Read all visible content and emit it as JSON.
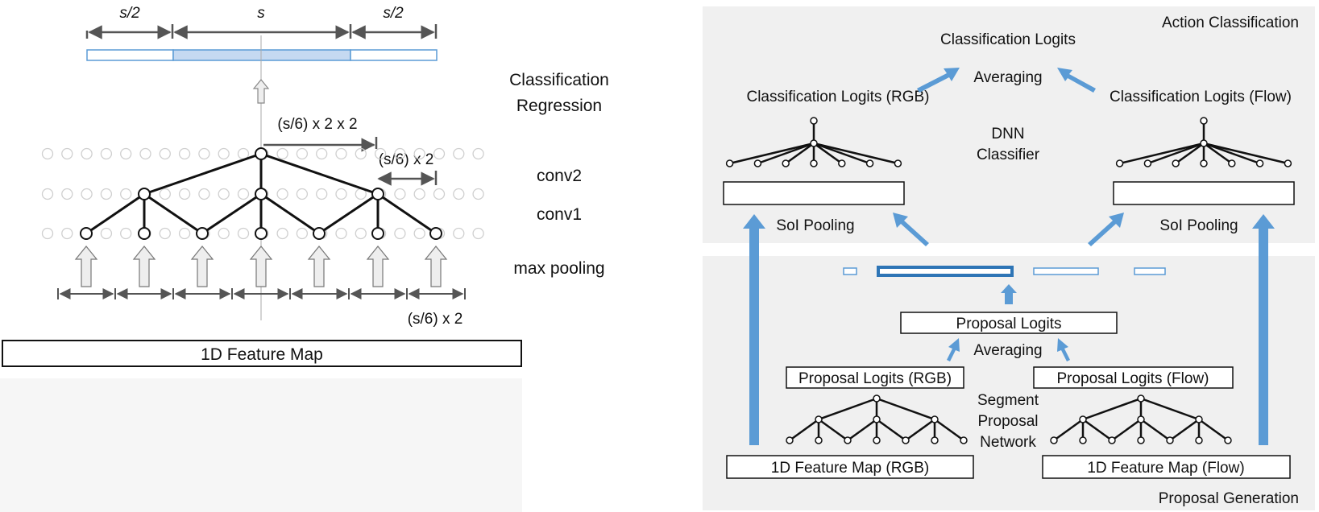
{
  "left_panel": {
    "dims": {
      "half_left": "s/2",
      "center": "s",
      "half_right": "s/2",
      "conv2_span": "(s/6) x 2 x 2",
      "conv1_span": "(s/6) x 2",
      "pool_span": "(s/6) x 2"
    },
    "layer_labels": {
      "classification": "Classification",
      "regression": "Regression",
      "conv2": "conv2",
      "conv1": "conv1",
      "max_pooling": "max pooling"
    },
    "feature_map": "1D Feature Map"
  },
  "right_panel": {
    "sections": {
      "action": "Action Classification",
      "proposal": "Proposal Generation"
    },
    "classification_logits": "Classification Logits",
    "averaging_top": "Averaging",
    "logits_rgb": "Classification Logits (RGB)",
    "logits_flow": "Classification Logits (Flow)",
    "dnn_line1": "DNN",
    "dnn_line2": "Classifier",
    "soi_left": "SoI Pooling",
    "soi_right": "SoI Pooling",
    "proposal_logits": "Proposal Logits",
    "averaging_bottom": "Averaging",
    "proposal_logits_rgb": "Proposal Logits (RGB)",
    "proposal_logits_flow": "Proposal Logits (Flow)",
    "spn_line1": "Segment",
    "spn_line2": "Proposal",
    "spn_line3": "Network",
    "feature_map_rgb": "1D Feature Map (RGB)",
    "feature_map_flow": "1D Feature Map (Flow)"
  },
  "colors": {
    "accent_blue": "#5b9bd5",
    "accent_fill": "#c5d9f1",
    "panel_gray": "#f0f0f0",
    "node_gray": "#c8c8c8"
  }
}
